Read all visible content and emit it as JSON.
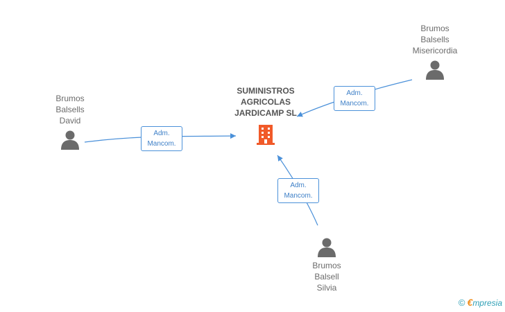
{
  "company": {
    "name_lines": [
      "SUMINISTROS",
      "AGRICOLAS",
      "JARDICAMP SL"
    ],
    "icon": "building-icon",
    "color": "#f15a29"
  },
  "people": [
    {
      "id": "david",
      "name_lines": [
        "Brumos",
        "Balsells",
        "David"
      ],
      "icon": "person-icon"
    },
    {
      "id": "misericordia",
      "name_lines": [
        "Brumos",
        "Balsells",
        "Misericordia"
      ],
      "icon": "person-icon"
    },
    {
      "id": "silvia",
      "name_lines": [
        "Brumos",
        "Balsell",
        "Silvia"
      ],
      "icon": "person-icon"
    }
  ],
  "relations": [
    {
      "from": "david",
      "role_lines": [
        "Adm.",
        "Mancom."
      ]
    },
    {
      "from": "misericordia",
      "role_lines": [
        "Adm.",
        "Mancom."
      ]
    },
    {
      "from": "silvia",
      "role_lines": [
        "Adm.",
        "Mancom."
      ]
    }
  ],
  "colors": {
    "edge": "#4a90d9",
    "person": "#6b6b6b"
  },
  "brand": {
    "copyright": "©",
    "e": "€",
    "rest": "mpresia"
  }
}
